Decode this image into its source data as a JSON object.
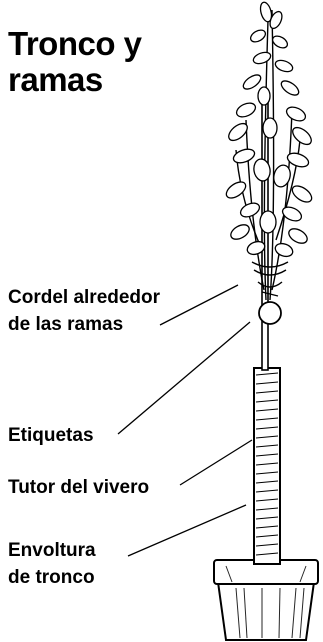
{
  "diagram": {
    "title_line1": "Tronco y",
    "title_line2": "ramas",
    "labels": {
      "cord": [
        "Cordel alrededor",
        "de las ramas"
      ],
      "tags": "Etiquetas",
      "stake": "Tutor del vivero",
      "wrap": [
        "Envoltura",
        "de tronco"
      ]
    }
  }
}
